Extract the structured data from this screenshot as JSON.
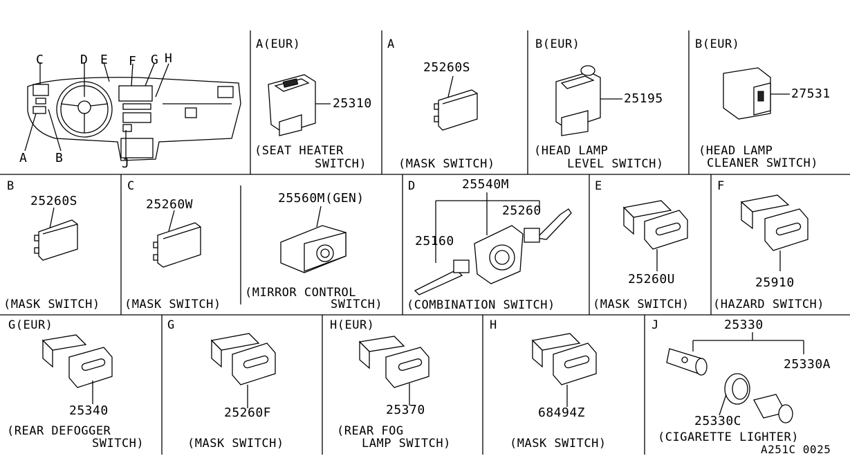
{
  "diagram_id": "A251C 0025",
  "overview": {
    "labels": [
      "C",
      "D",
      "E",
      "F",
      "G",
      "H",
      "A",
      "B",
      "J"
    ]
  },
  "panels": [
    {
      "key": "a_eur",
      "tag": "A(EUR)",
      "parts": [
        "25310"
      ],
      "caption": [
        "(SEAT HEATER",
        "SWITCH)"
      ]
    },
    {
      "key": "a",
      "tag": "A",
      "parts": [
        "25260S"
      ],
      "caption": [
        "(MASK SWITCH)"
      ]
    },
    {
      "key": "b_eur1",
      "tag": "B(EUR)",
      "parts": [
        "25195"
      ],
      "caption": [
        "(HEAD LAMP",
        "LEVEL SWITCH)"
      ]
    },
    {
      "key": "b_eur2",
      "tag": "B(EUR)",
      "parts": [
        "27531"
      ],
      "caption": [
        "(HEAD LAMP",
        "CLEANER SWITCH)"
      ]
    },
    {
      "key": "b",
      "tag": "B",
      "parts": [
        "25260S"
      ],
      "caption": [
        "(MASK SWITCH)"
      ]
    },
    {
      "key": "c",
      "tag": "C",
      "parts": [
        "25260W",
        "25560M(GEN)"
      ],
      "caption": [
        "(MASK SWITCH)",
        "(MIRROR CONTROL",
        "SWITCH)"
      ]
    },
    {
      "key": "d",
      "tag": "D",
      "parts": [
        "25540M",
        "25260",
        "25160"
      ],
      "caption": [
        "(COMBINATION SWITCH)"
      ]
    },
    {
      "key": "e",
      "tag": "E",
      "parts": [
        "25260U"
      ],
      "caption": [
        "(MASK SWITCH)"
      ]
    },
    {
      "key": "f",
      "tag": "F",
      "parts": [
        "25910"
      ],
      "caption": [
        "(HAZARD SWITCH)"
      ]
    },
    {
      "key": "g_eur",
      "tag": "G(EUR)",
      "parts": [
        "25340"
      ],
      "caption": [
        "(REAR DEFOGGER",
        "SWITCH)"
      ]
    },
    {
      "key": "g",
      "tag": "G",
      "parts": [
        "25260F"
      ],
      "caption": [
        "(MASK SWITCH)"
      ]
    },
    {
      "key": "h_eur",
      "tag": "H(EUR)",
      "parts": [
        "25370"
      ],
      "caption": [
        "(REAR FOG",
        "LAMP SWITCH)"
      ]
    },
    {
      "key": "h",
      "tag": "H",
      "parts": [
        "68494Z"
      ],
      "caption": [
        "(MASK SWITCH)"
      ]
    },
    {
      "key": "j",
      "tag": "J",
      "parts": [
        "25330",
        "25330A",
        "25330C"
      ],
      "caption": [
        "(CIGARETTE LIGHTER)"
      ]
    }
  ]
}
